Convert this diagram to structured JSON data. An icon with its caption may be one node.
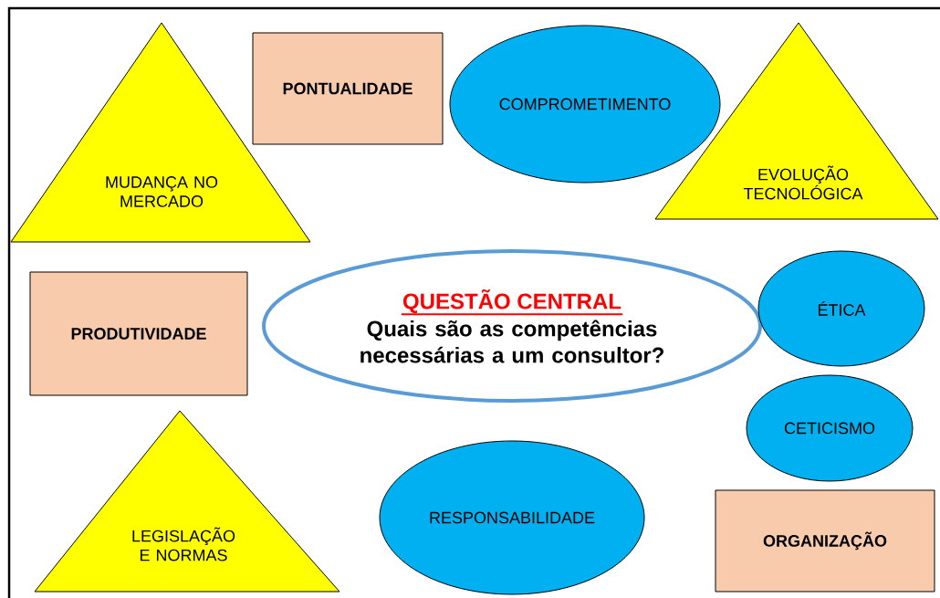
{
  "diagram": {
    "nodes": [
      {
        "text": [
          "MUDANÇA NO MERCADO"
        ]
      },
      {
        "text": [
          "PONTUALIDADE"
        ]
      },
      {
        "text": [
          "COMPROMETIMENTO"
        ]
      },
      {
        "text": [
          "EVOLUÇÃO TECNOLÓGICA"
        ]
      },
      {
        "text": [
          "PRODUTIVIDADE"
        ]
      },
      {
        "text": [
          "QUESTÃO CENTRAL",
          "Quais são as competências necessárias a um consultor?"
        ]
      },
      {
        "text": [
          "ÉTICA"
        ]
      },
      {
        "text": [
          "CETICISMO"
        ]
      },
      {
        "text": [
          "LEGISLAÇÃO E NORMAS"
        ]
      },
      {
        "text": [
          "RESPONSABILIDADE"
        ]
      },
      {
        "text": [
          "ORGANIZAÇÃO"
        ]
      }
    ]
  }
}
